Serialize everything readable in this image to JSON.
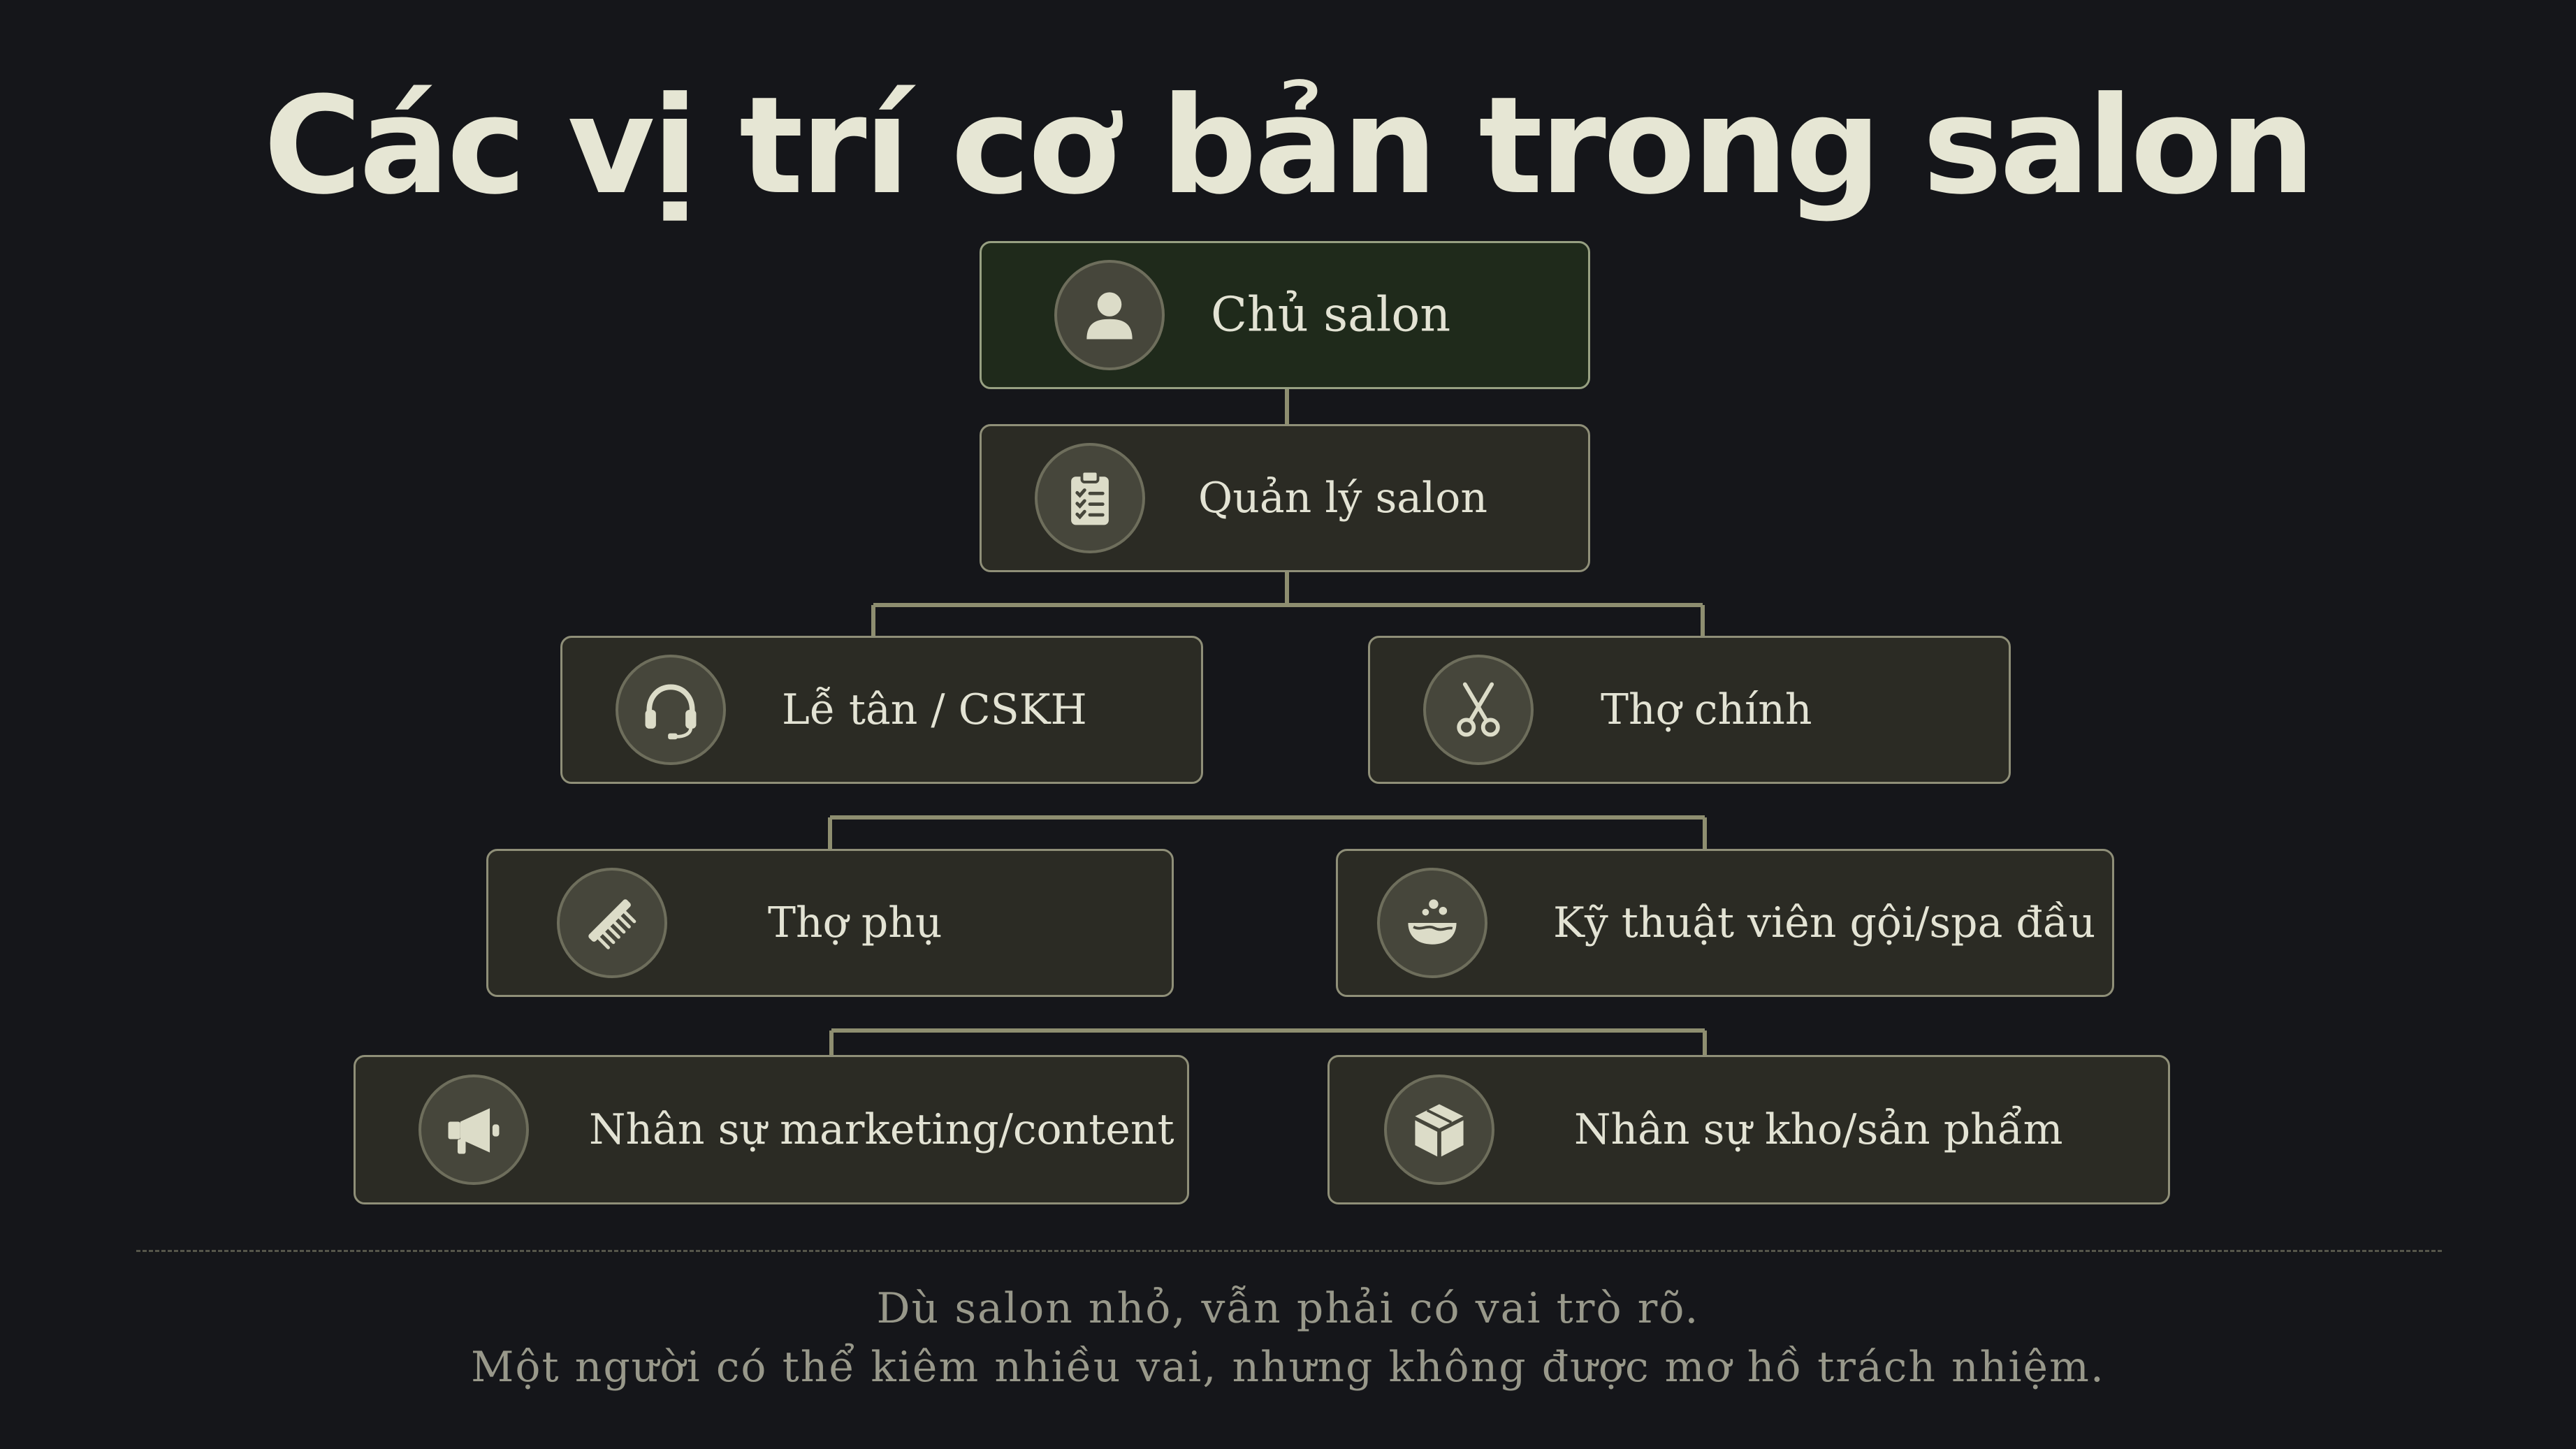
{
  "title": "Các vị trí cơ bản trong salon",
  "nodes": {
    "owner": {
      "label": "Chủ salon",
      "icon": "person-icon"
    },
    "manager": {
      "label": "Quản lý salon",
      "icon": "clipboard-icon"
    },
    "reception": {
      "label": "Lễ tân / CSKH",
      "icon": "headset-icon"
    },
    "main_stylist": {
      "label": "Thợ chính",
      "icon": "scissors-icon"
    },
    "assistant": {
      "label": "Thợ phụ",
      "icon": "comb-icon"
    },
    "spa_tech": {
      "label": "Kỹ thuật viên gội/spa đầu",
      "icon": "wash-bowl-icon"
    },
    "marketing": {
      "label": "Nhân sự marketing/content",
      "icon": "megaphone-icon"
    },
    "warehouse": {
      "label": "Nhân sự kho/sản phẩm",
      "icon": "box-icon"
    }
  },
  "footer": {
    "line1": "Dù salon nhỏ, vẫn phải có vai trò rõ.",
    "line2": "Một người có thể kiêm nhiều vai, nhưng không được mơ hồ trách nhiệm."
  },
  "colors": {
    "background": "#15161a",
    "title": "#e6e6d4",
    "node_fill": "#2b2b24",
    "node_border": "#8f8f78",
    "root_fill": "#1f2a1b",
    "connector": "#8e8e70",
    "icon": "#dcdcc8"
  }
}
